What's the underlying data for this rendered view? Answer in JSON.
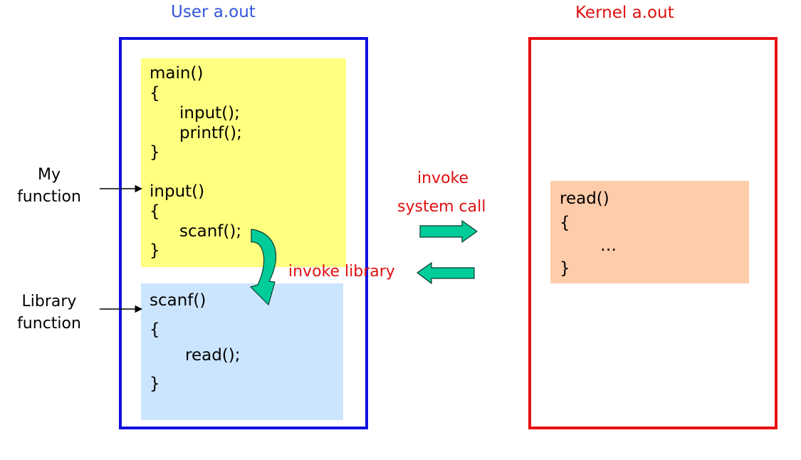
{
  "user_space": {
    "title": "User a.out",
    "main_block": {
      "lines": [
        "main()",
        "{",
        "input();",
        "printf();",
        "}"
      ]
    },
    "input_block": {
      "lines": [
        "input()",
        "{",
        "scanf();",
        "}"
      ]
    },
    "library_block": {
      "lines": [
        "scanf()",
        "{",
        "read();",
        "}"
      ]
    }
  },
  "kernel_space": {
    "title": "Kernel a.out",
    "read_block": {
      "lines": [
        "read()",
        "{",
        "…",
        "}"
      ]
    }
  },
  "labels": {
    "my_function": [
      "My",
      "function"
    ],
    "library_function": [
      "Library",
      "function"
    ],
    "invoke_system_call": [
      "invoke",
      "system call"
    ],
    "invoke_library": "invoke library"
  },
  "colors": {
    "user_frame": "#1010e0",
    "kernel_frame": "#e81010",
    "user_block_bg": "#ffff80",
    "library_block_bg": "#cce5ff",
    "kernel_block_bg": "#ffccaa",
    "arrow_fill": "#00cc99",
    "annotation_text": "#e01010",
    "user_title": "#3355dd"
  }
}
